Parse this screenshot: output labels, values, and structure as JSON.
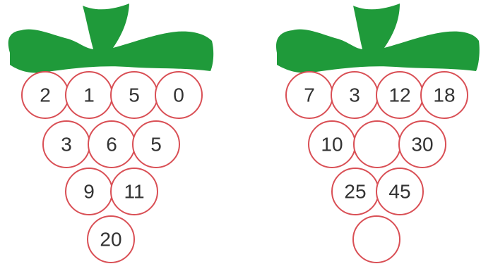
{
  "colors": {
    "leaf": "#1f9a3a",
    "grape_outline": "#d94f55",
    "number": "#333333",
    "background": "#ffffff"
  },
  "bunches": [
    {
      "rows": [
        [
          "2",
          "1",
          "5",
          "0"
        ],
        [
          "3",
          "6",
          "5"
        ],
        [
          "9",
          "11"
        ],
        [
          "20"
        ]
      ]
    },
    {
      "rows": [
        [
          "7",
          "3",
          "12",
          "18"
        ],
        [
          "10",
          "",
          "30"
        ],
        [
          "25",
          "45"
        ],
        [
          ""
        ]
      ]
    }
  ]
}
